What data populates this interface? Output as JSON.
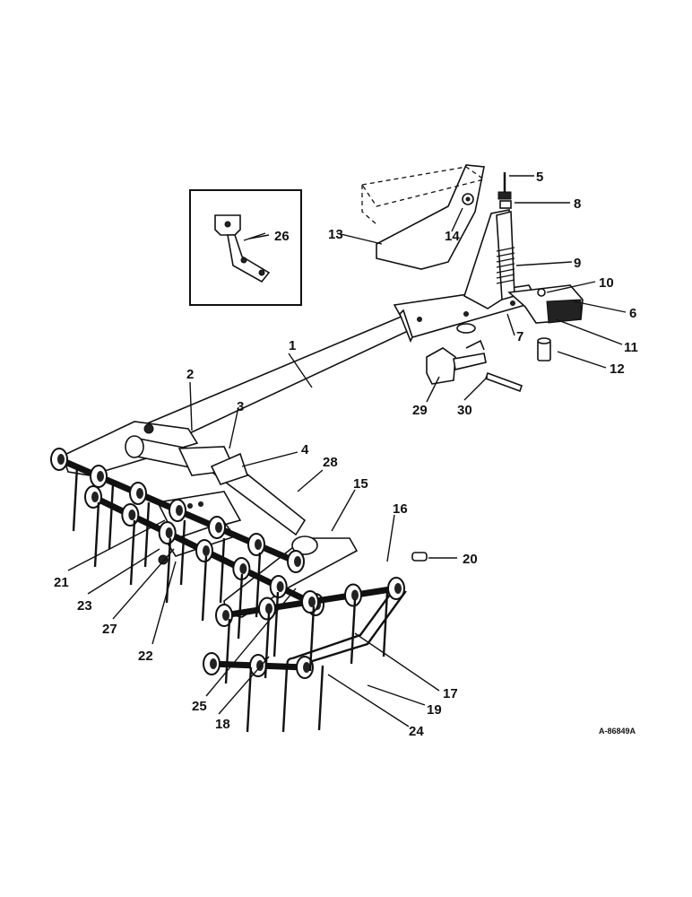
{
  "callouts": [
    "1",
    "2",
    "3",
    "4",
    "5",
    "6",
    "7",
    "8",
    "9",
    "10",
    "11",
    "12",
    "13",
    "14",
    "15",
    "16",
    "17",
    "18",
    "19",
    "20",
    "21",
    "22",
    "23",
    "24",
    "25",
    "26",
    "27",
    "28",
    "29",
    "30"
  ],
  "reference": "A-86849A",
  "colors": {
    "ink": "#111111",
    "paper": "#ffffff"
  }
}
